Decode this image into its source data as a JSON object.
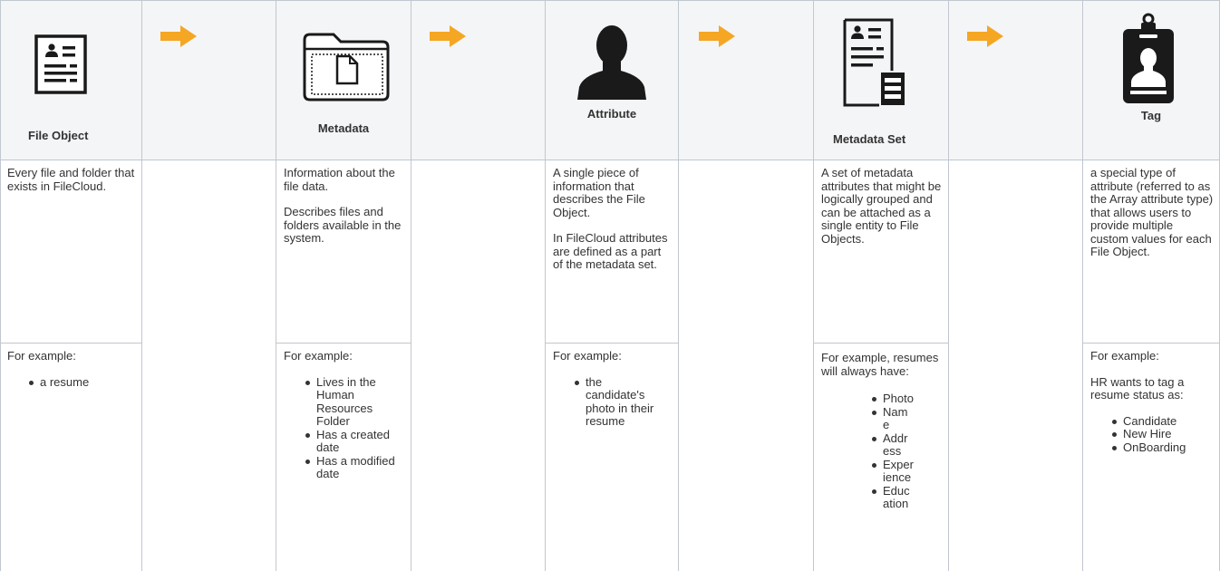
{
  "columns": [
    {
      "header": "File Object",
      "icon": "resume-document-icon",
      "description": [
        "Every file and folder that exists in FileCloud."
      ],
      "example_intro": "For example:",
      "example_items": [
        "a resume"
      ]
    },
    {
      "header": "Metadata",
      "icon": "folder-document-icon",
      "description": [
        "Information about the file data.",
        "Describes files and folders available in the system."
      ],
      "example_intro": "For example:",
      "example_items": [
        "Lives in the Human Resources Folder",
        "Has a created date",
        "Has a modified date"
      ]
    },
    {
      "header": "Attribute",
      "icon": "person-silhouette-icon",
      "description": [
        "A single piece of information that describes the File Object.",
        "In FileCloud attributes are defined as a part of the metadata set."
      ],
      "example_intro": "For example:",
      "example_items": [
        "the candidate's photo in their resume"
      ]
    },
    {
      "header": "Metadata Set",
      "icon": "document-list-icon",
      "description": [
        "A set of metadata attributes that might be logically grouped and can be attached as a single entity to File Objects."
      ],
      "example_intro": "For example, resumes will always have:",
      "example_items": [
        "Photo",
        "Name",
        "Address",
        "Experience",
        "Education"
      ]
    },
    {
      "header": "Tag",
      "icon": "id-badge-icon",
      "description": [
        "a special type of attribute (referred to as the Array attribute type) that allows users to provide multiple custom values for each File Object."
      ],
      "example_intro": "For example:",
      "example_intro2": "HR wants to tag a resume  status as:",
      "example_items": [
        "Candidate",
        "New Hire",
        "OnBoarding"
      ]
    }
  ],
  "colors": {
    "arrow": "#f5a623",
    "header_bg": "#f4f5f7",
    "border": "#c1c7d0",
    "icon": "#1a1a1a"
  }
}
